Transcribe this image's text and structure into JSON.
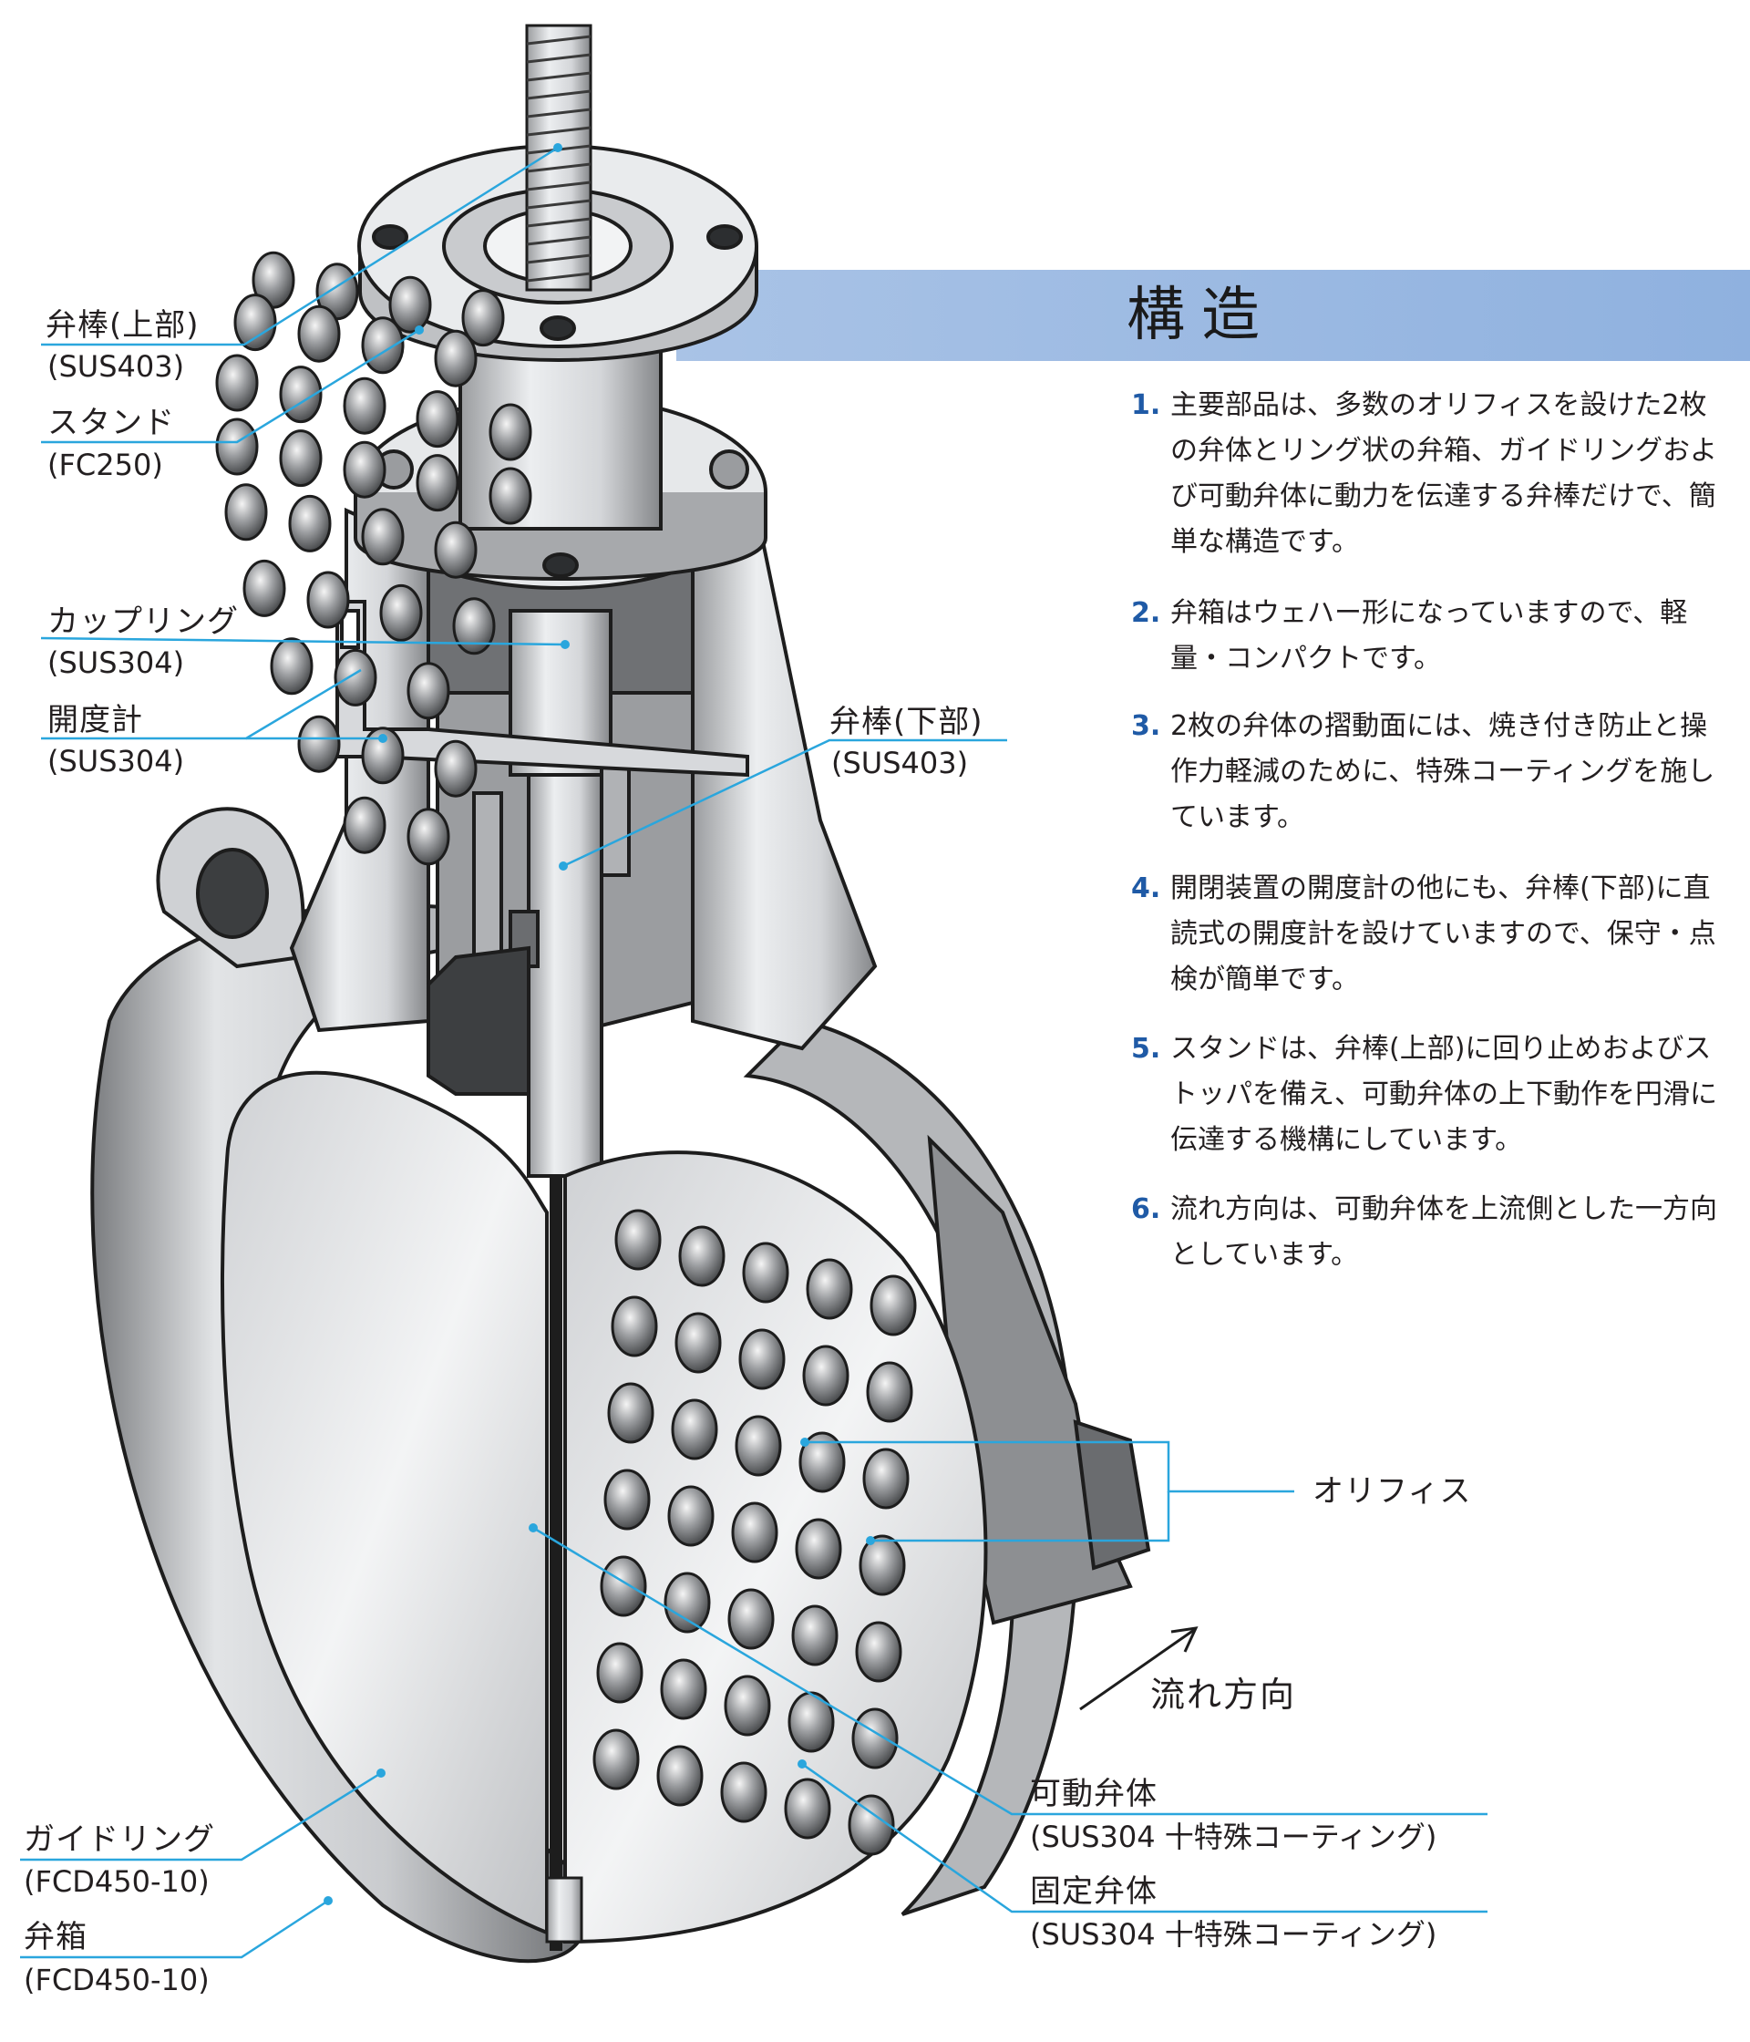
{
  "colors": {
    "leader": "#2aa6dd",
    "accent_number": "#1f5aa6",
    "band": "#9db9e3",
    "metal": "#d9dbde",
    "metal_dark": "#6b6d70"
  },
  "title": "構造",
  "labels": {
    "stem_upper": {
      "name": "弁棒(上部)",
      "material": "(SUS403)"
    },
    "stand": {
      "name": "スタンド",
      "material": "(FC250)"
    },
    "coupling": {
      "name": "カップリング",
      "material": "(SUS304)"
    },
    "indicator": {
      "name": "開度計",
      "material": "(SUS304)"
    },
    "stem_lower": {
      "name": "弁棒(下部)",
      "material": "(SUS403)"
    },
    "orifice": {
      "name": "オリフィス"
    },
    "moving_disc": {
      "name": "可動弁体",
      "material": "(SUS304 十特殊コーティング)"
    },
    "fixed_disc": {
      "name": "固定弁体",
      "material": "(SUS304 十特殊コーティング)"
    },
    "guide_ring": {
      "name": "ガイドリング",
      "material": "(FCD450-10)"
    },
    "body": {
      "name": "弁箱",
      "material": "(FCD450-10)"
    }
  },
  "flow_direction": "流れ方向",
  "features": [
    {
      "num": "1.",
      "text": "主要部品は、多数のオリフィスを設けた2枚の弁体とリング状の弁箱、ガイドリングおよび可動弁体に動力を伝達する弁棒だけで、簡単な構造です。"
    },
    {
      "num": "2.",
      "text": "弁箱はウェハー形になっていますので、軽量・コンパクトです。"
    },
    {
      "num": "3.",
      "text": "2枚の弁体の摺動面には、焼き付き防止と操作力軽減のために、特殊コーティングを施しています。"
    },
    {
      "num": "4.",
      "text": "開閉装置の開度計の他にも、弁棒(下部)に直読式の開度計を設けていますので、保守・点検が簡単です。"
    },
    {
      "num": "5.",
      "text": "スタンドは、弁棒(上部)に回り止めおよびストッパを備え、可動弁体の上下動作を円滑に伝達する機構にしています。"
    },
    {
      "num": "6.",
      "text": "流れ方向は、可動弁体を上流側とした一方向としています。"
    }
  ]
}
